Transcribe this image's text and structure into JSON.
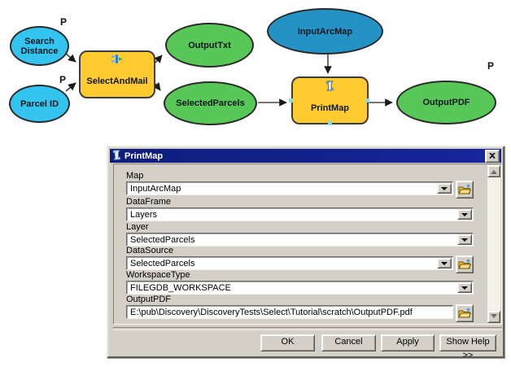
{
  "diagram": {
    "p_marker": "P",
    "nodes": {
      "search_distance": {
        "label": "Search\nDistance",
        "type": "input-parameter"
      },
      "parcel_id": {
        "label": "Parcel ID",
        "type": "input-parameter"
      },
      "select_and_mail": {
        "label": "SelectAndMail",
        "type": "tool"
      },
      "output_txt": {
        "label": "OutputTxt",
        "type": "output-data"
      },
      "selected_parcels": {
        "label": "SelectedParcels",
        "type": "output-data"
      },
      "input_arcmap": {
        "label": "InputArcMap",
        "type": "input-data"
      },
      "print_map": {
        "label": "PrintMap",
        "type": "tool"
      },
      "output_pdf": {
        "label": "OutputPDF",
        "type": "output-parameter"
      }
    },
    "colors": {
      "input_parameter": "#33c4f0",
      "input_data": "#2492c4",
      "tool": "#ffcb30",
      "output": "#57c757"
    }
  },
  "dialog": {
    "title": "PrintMap",
    "fields": [
      {
        "label": "Map",
        "value": "InputArcMap",
        "browse": true
      },
      {
        "label": "DataFrame",
        "value": "Layers",
        "browse": false
      },
      {
        "label": "Layer",
        "value": "SelectedParcels",
        "browse": false
      },
      {
        "label": "DataSource",
        "value": "SelectedParcels",
        "browse": true
      },
      {
        "label": "WorkspaceType",
        "value": "FILEGDB_WORKSPACE",
        "browse": false
      },
      {
        "label": "OutputPDF",
        "value": "E:\\pub\\Discovery\\DiscoveryTests\\Select\\Tutorial\\scratch\\OutputPDF.pdf",
        "browse": true
      }
    ],
    "buttons": [
      {
        "label": "OK"
      },
      {
        "label": "Cancel"
      },
      {
        "label": "Apply"
      },
      {
        "label": "Show Help >>"
      }
    ]
  }
}
